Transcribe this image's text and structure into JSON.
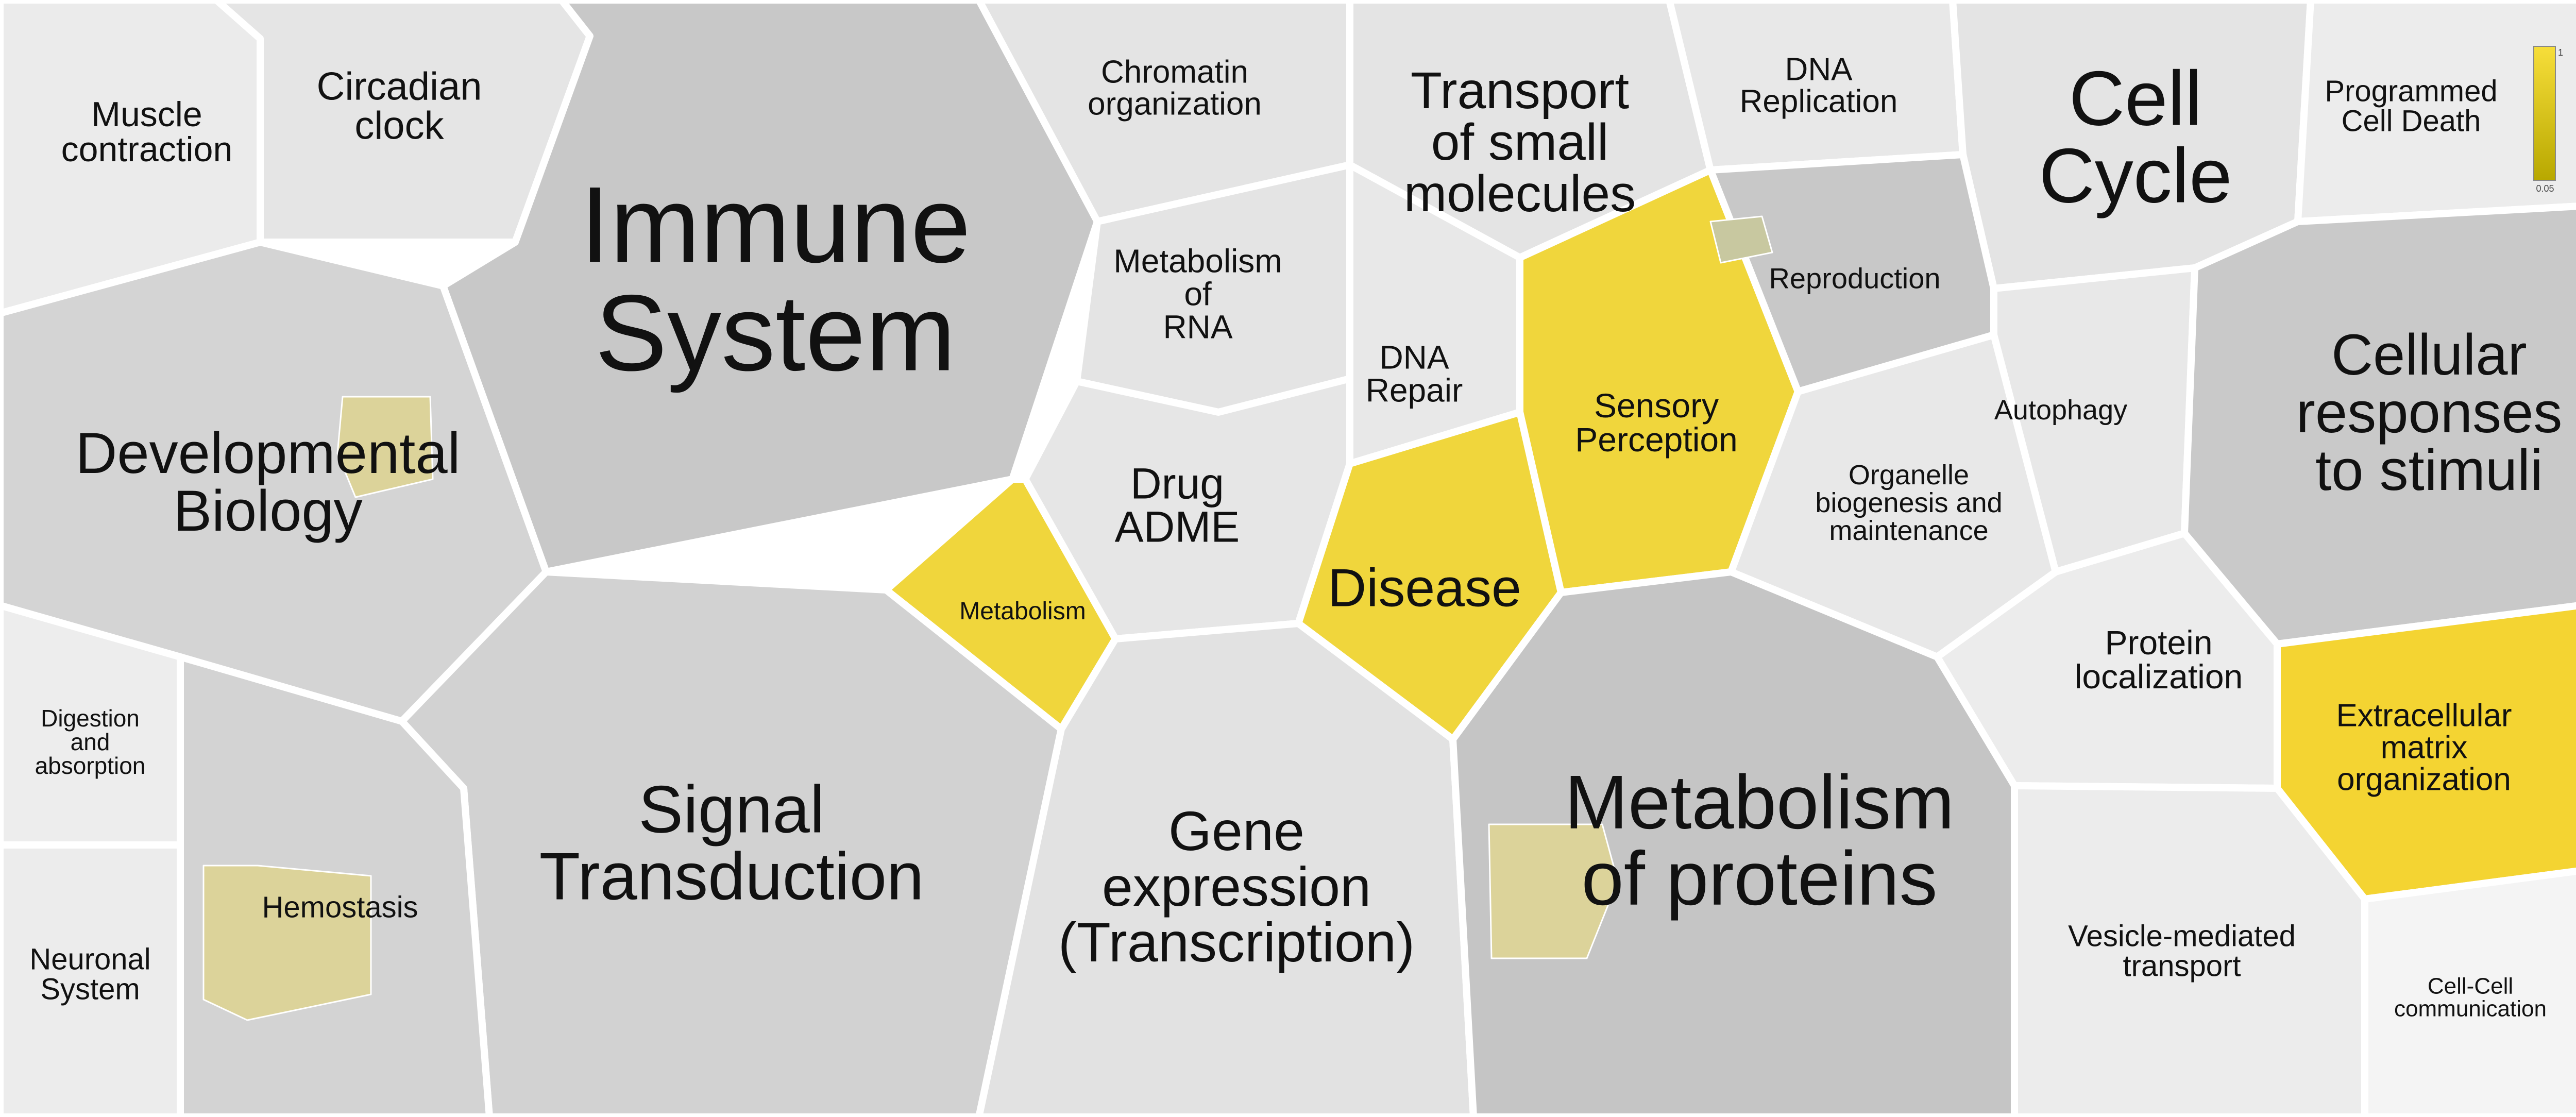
{
  "cells": [
    {
      "id": "muscle",
      "label": "Muscle\ncontraction",
      "fill": "#ebebeb",
      "points": [
        [
          0,
          0
        ],
        [
          420,
          0
        ],
        [
          505,
          75
        ],
        [
          505,
          470
        ],
        [
          0,
          608
        ]
      ],
      "labelPos": [
        285,
        255
      ],
      "size": 68
    },
    {
      "id": "circadian",
      "label": "Circadian\nclock",
      "fill": "#e5e5e5",
      "points": [
        [
          420,
          0
        ],
        [
          1090,
          0
        ],
        [
          1145,
          70
        ],
        [
          1000,
          470
        ],
        [
          505,
          470
        ],
        [
          505,
          75
        ]
      ],
      "labelPos": [
        775,
        205
      ],
      "size": 76
    },
    {
      "id": "immune",
      "label": "Immune\nSystem",
      "fill": "#c8c8c8",
      "points": [
        [
          1090,
          0
        ],
        [
          1900,
          0
        ],
        [
          2130,
          430
        ],
        [
          1965,
          930
        ],
        [
          1060,
          1110
        ],
        [
          860,
          555
        ],
        [
          1000,
          470
        ],
        [
          1145,
          70
        ]
      ],
      "labelPos": [
        1505,
        540
      ],
      "size": 210
    },
    {
      "id": "chromatin",
      "label": "Chromatin\norganization",
      "fill": "#e4e4e4",
      "points": [
        [
          1900,
          0
        ],
        [
          2620,
          0
        ],
        [
          2620,
          320
        ],
        [
          2130,
          430
        ]
      ],
      "labelPos": [
        2280,
        170
      ],
      "size": 62
    },
    {
      "id": "transport",
      "label": "Transport\nof small\nmolecules",
      "fill": "#e4e4e4",
      "points": [
        [
          2620,
          0
        ],
        [
          3240,
          0
        ],
        [
          3320,
          330
        ],
        [
          2950,
          500
        ],
        [
          2620,
          320
        ]
      ],
      "labelPos": [
        2950,
        275
      ],
      "size": 100
    },
    {
      "id": "dna_repl",
      "label": "DNA\nReplication",
      "fill": "#e8e8e8",
      "points": [
        [
          3240,
          0
        ],
        [
          3790,
          0
        ],
        [
          3810,
          300
        ],
        [
          3320,
          330
        ]
      ],
      "labelPos": [
        3530,
        165
      ],
      "size": 62
    },
    {
      "id": "cell_cycle",
      "label": "Cell\nCycle",
      "fill": "#e4e4e4",
      "points": [
        [
          3790,
          0
        ],
        [
          4485,
          0
        ],
        [
          4460,
          430
        ],
        [
          4260,
          520
        ],
        [
          3870,
          560
        ],
        [
          3810,
          300
        ]
      ],
      "labelPos": [
        4145,
        265
      ],
      "size": 150
    },
    {
      "id": "pcd",
      "label": "Programmed\nCell Death",
      "fill": "#ececec",
      "points": [
        [
          4485,
          0
        ],
        [
          5008,
          0
        ],
        [
          5008,
          400
        ],
        [
          4460,
          430
        ]
      ],
      "labelPos": [
        4680,
        205
      ],
      "size": 58
    },
    {
      "id": "developmental",
      "label": "Developmental\nBiology",
      "fill": "#d4d4d4",
      "points": [
        [
          0,
          608
        ],
        [
          505,
          470
        ],
        [
          860,
          555
        ],
        [
          1060,
          1110
        ],
        [
          780,
          1400
        ],
        [
          0,
          1175
        ]
      ],
      "labelPos": [
        520,
        935
      ],
      "size": 112
    },
    {
      "id": "metab_rna",
      "label": "Metabolism\nof\nRNA",
      "fill": "#e4e4e4",
      "points": [
        [
          2130,
          430
        ],
        [
          2620,
          320
        ],
        [
          2620,
          735
        ],
        [
          2365,
          800
        ],
        [
          2090,
          740
        ]
      ],
      "labelPos": [
        2325,
        570
      ],
      "size": 64
    },
    {
      "id": "dna_repair",
      "label": "DNA\nRepair",
      "fill": "#e8e8e8",
      "points": [
        [
          2620,
          320
        ],
        [
          2950,
          500
        ],
        [
          2950,
          800
        ],
        [
          2620,
          900
        ],
        [
          2620,
          735
        ]
      ],
      "labelPos": [
        2745,
        725
      ],
      "size": 64
    },
    {
      "id": "sensory",
      "label": "Sensory\nPerception",
      "fill": "#f0d63c",
      "points": [
        [
          2950,
          500
        ],
        [
          3320,
          330
        ],
        [
          3490,
          760
        ],
        [
          3360,
          1110
        ],
        [
          3030,
          1150
        ],
        [
          2950,
          800
        ]
      ],
      "labelPos": [
        3215,
        820
      ],
      "size": 66
    },
    {
      "id": "reproduction",
      "label": "Reproduction",
      "fill": "#c8c8c8",
      "points": [
        [
          3320,
          330
        ],
        [
          3810,
          300
        ],
        [
          3870,
          560
        ],
        [
          3870,
          650
        ],
        [
          3490,
          760
        ]
      ],
      "labelPos": [
        3600,
        540
      ],
      "size": 56
    },
    {
      "id": "autophagy",
      "label": "Autophagy",
      "fill": "#e8e8e8",
      "points": [
        [
          3870,
          560
        ],
        [
          4260,
          520
        ],
        [
          4240,
          1035
        ],
        [
          3990,
          1110
        ],
        [
          3870,
          650
        ]
      ],
      "labelPos": [
        4000,
        795
      ],
      "size": 54
    },
    {
      "id": "cellular_resp",
      "label": "Cellular\nresponses\nto stimuli",
      "fill": "#c9c9c9",
      "points": [
        [
          4260,
          520
        ],
        [
          4460,
          430
        ],
        [
          5008,
          400
        ],
        [
          5008,
          1175
        ],
        [
          4420,
          1250
        ],
        [
          4240,
          1035
        ]
      ],
      "labelPos": [
        4715,
        800
      ],
      "size": 112
    },
    {
      "id": "drug_adme",
      "label": "Drug\nADME",
      "fill": "#e6e6e6",
      "points": [
        [
          2090,
          740
        ],
        [
          2365,
          800
        ],
        [
          2620,
          735
        ],
        [
          2620,
          900
        ],
        [
          2520,
          1210
        ],
        [
          2165,
          1240
        ],
        [
          1990,
          930
        ]
      ],
      "labelPos": [
        2285,
        980
      ],
      "size": 84
    },
    {
      "id": "metabolism",
      "label": "Metabolism",
      "fill": "#f0d63c",
      "points": [
        [
          1965,
          930
        ],
        [
          1990,
          930
        ],
        [
          2165,
          1240
        ],
        [
          2060,
          1415
        ],
        [
          1720,
          1145
        ]
      ],
      "labelPos": [
        1985,
        1185
      ],
      "size": 48
    },
    {
      "id": "disease",
      "label": "Disease",
      "fill": "#f0d63c",
      "points": [
        [
          2620,
          900
        ],
        [
          2950,
          800
        ],
        [
          3030,
          1150
        ],
        [
          2820,
          1435
        ],
        [
          2520,
          1210
        ]
      ],
      "labelPos": [
        2765,
        1140
      ],
      "size": 104
    },
    {
      "id": "organelle",
      "label": "Organelle\nbiogenesis and\nmaintenance",
      "fill": "#e8e8e8",
      "points": [
        [
          3490,
          760
        ],
        [
          3870,
          650
        ],
        [
          3990,
          1110
        ],
        [
          3760,
          1275
        ],
        [
          3360,
          1110
        ]
      ],
      "labelPos": [
        3705,
        975
      ],
      "size": 54
    },
    {
      "id": "protein_loc",
      "label": "Protein\nlocalization",
      "fill": "#ececec",
      "points": [
        [
          3990,
          1110
        ],
        [
          4240,
          1035
        ],
        [
          4420,
          1250
        ],
        [
          4420,
          1530
        ],
        [
          3910,
          1525
        ],
        [
          3760,
          1275
        ]
      ],
      "labelPos": [
        4190,
        1280
      ],
      "size": 66
    },
    {
      "id": "ecm",
      "label": "Extracellular\nmatrix\norganization",
      "fill": "#f4d432",
      "points": [
        [
          4420,
          1250
        ],
        [
          5008,
          1175
        ],
        [
          5008,
          1690
        ],
        [
          4590,
          1745
        ],
        [
          4420,
          1530
        ]
      ],
      "labelPos": [
        4705,
        1450
      ],
      "size": 62
    },
    {
      "id": "signal",
      "label": "Signal\nTransduction",
      "fill": "#d2d2d2",
      "points": [
        [
          1060,
          1110
        ],
        [
          1720,
          1145
        ],
        [
          2060,
          1415
        ],
        [
          1900,
          2168
        ],
        [
          950,
          2168
        ],
        [
          900,
          1530
        ],
        [
          780,
          1400
        ]
      ],
      "labelPos": [
        1420,
        1635
      ],
      "size": 130
    },
    {
      "id": "gene_expr",
      "label": "Gene\nexpression\n(Transcription)",
      "fill": "#e2e2e2",
      "points": [
        [
          2165,
          1240
        ],
        [
          2520,
          1210
        ],
        [
          2820,
          1435
        ],
        [
          2860,
          2168
        ],
        [
          1900,
          2168
        ],
        [
          2060,
          1415
        ]
      ],
      "labelPos": [
        2400,
        1720
      ],
      "size": 108
    },
    {
      "id": "metab_proteins",
      "label": "Metabolism\nof proteins",
      "fill": "#c5c5c5",
      "points": [
        [
          2820,
          1435
        ],
        [
          3030,
          1150
        ],
        [
          3360,
          1110
        ],
        [
          3760,
          1275
        ],
        [
          3910,
          1525
        ],
        [
          3910,
          2168
        ],
        [
          2860,
          2168
        ]
      ],
      "labelPos": [
        3415,
        1630
      ],
      "size": 148
    },
    {
      "id": "vesicle",
      "label": "Vesicle-mediated\ntransport",
      "fill": "#ececec",
      "points": [
        [
          3910,
          1525
        ],
        [
          4420,
          1530
        ],
        [
          4590,
          1745
        ],
        [
          4590,
          2168
        ],
        [
          3910,
          2168
        ]
      ],
      "labelPos": [
        4235,
        1845
      ],
      "size": 58
    },
    {
      "id": "cell_junction",
      "label": "Cell-Cell\ncommunication",
      "fill": "#f4f4f4",
      "points": [
        [
          4590,
          1745
        ],
        [
          5008,
          1690
        ],
        [
          5008,
          2168
        ],
        [
          4590,
          2168
        ]
      ],
      "labelPos": [
        4795,
        1935
      ],
      "size": 44
    },
    {
      "id": "digestion",
      "label": "Digestion\nand\nabsorption",
      "fill": "#ededed",
      "points": [
        [
          0,
          1175
        ],
        [
          350,
          1275
        ],
        [
          350,
          1640
        ],
        [
          0,
          1640
        ]
      ],
      "labelPos": [
        175,
        1440
      ],
      "size": 46
    },
    {
      "id": "hemostasis",
      "label": "Hemostasis",
      "fill": "#d3d3d3",
      "points": [
        [
          350,
          1275
        ],
        [
          780,
          1400
        ],
        [
          900,
          1530
        ],
        [
          950,
          2168
        ],
        [
          350,
          2168
        ],
        [
          350,
          1640
        ]
      ],
      "labelPos": [
        660,
        1760
      ],
      "size": 58
    },
    {
      "id": "neuronal",
      "label": "Neuronal\nSystem",
      "fill": "#ececec",
      "points": [
        [
          0,
          1640
        ],
        [
          350,
          1640
        ],
        [
          350,
          2168
        ],
        [
          0,
          2168
        ]
      ],
      "labelPos": [
        175,
        1890
      ],
      "size": 58
    }
  ],
  "sub_cells": [
    {
      "id": "dev_highlight",
      "fill": "#dcd39a",
      "points": [
        [
          665,
          770
        ],
        [
          835,
          770
        ],
        [
          840,
          930
        ],
        [
          690,
          965
        ],
        [
          655,
          880
        ]
      ]
    },
    {
      "id": "hemo_highlight",
      "fill": "#dcd39a",
      "points": [
        [
          395,
          1680
        ],
        [
          500,
          1680
        ],
        [
          720,
          1700
        ],
        [
          720,
          1930
        ],
        [
          480,
          1980
        ],
        [
          395,
          1940
        ]
      ]
    },
    {
      "id": "metprot_highlight",
      "fill": "#dcd39a",
      "points": [
        [
          2890,
          1600
        ],
        [
          3110,
          1600
        ],
        [
          3140,
          1710
        ],
        [
          3080,
          1860
        ],
        [
          2895,
          1860
        ]
      ]
    },
    {
      "id": "repro_highlight",
      "fill": "#c8c8a0",
      "points": [
        [
          3320,
          430
        ],
        [
          3420,
          420
        ],
        [
          3440,
          490
        ],
        [
          3340,
          510
        ]
      ]
    }
  ],
  "legend": {
    "top_value": "1",
    "bottom_value": "0.05",
    "top_color": "#f7de3a",
    "bottom_color": "#c8b400"
  }
}
